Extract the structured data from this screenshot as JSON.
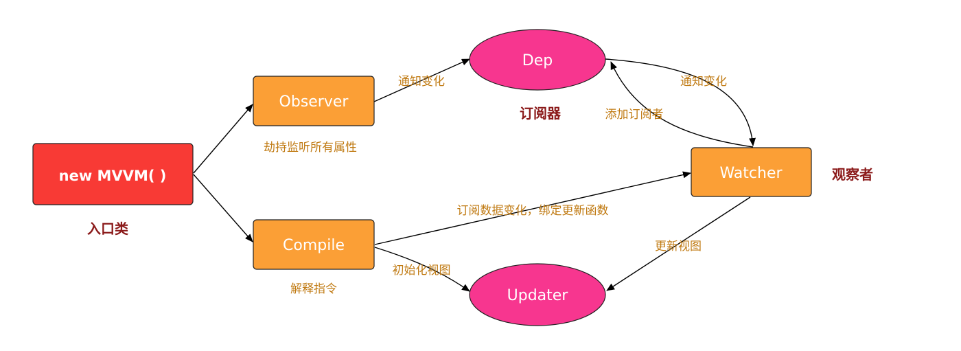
{
  "colors": {
    "entry_box": "#f83a35",
    "component_box": "#fb9f36",
    "hub_ellipse": "#f7368f",
    "caption_text": "#c07a12",
    "title_text": "#8b1a1a"
  },
  "nodes": {
    "mvvm": {
      "label": "new MVVM( )",
      "caption": "入口类"
    },
    "observer": {
      "label": "Observer",
      "caption": "劫持监听所有属性"
    },
    "compile": {
      "label": "Compile",
      "caption": "解释指令"
    },
    "dep": {
      "label": "Dep",
      "caption": "订阅器"
    },
    "watcher": {
      "label": "Watcher",
      "caption": "观察者"
    },
    "updater": {
      "label": "Updater"
    }
  },
  "edges": {
    "observer_to_dep": "通知变化",
    "dep_to_watcher": "通知变化",
    "watcher_to_dep": "添加订阅者",
    "compile_to_watcher": "订阅数据变化，绑定更新函数",
    "compile_to_updater": "初始化视图",
    "watcher_to_updater": "更新视图"
  }
}
